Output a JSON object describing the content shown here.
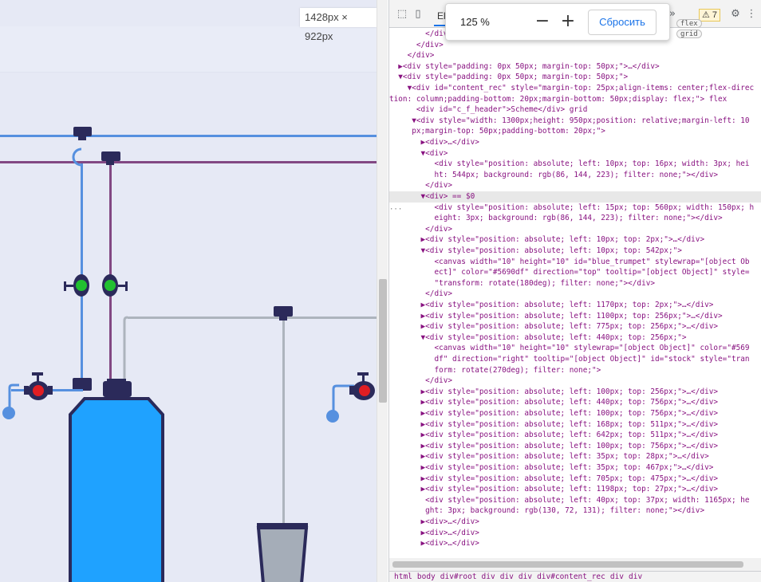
{
  "viewport": {
    "size_badge": "1428px × 922px",
    "colors": {
      "blue_pipe": "#5690df",
      "purple_pipe": "#82488 3",
      "gray_pipe": "#adb4bd",
      "tank_blue": "#1fa2ff",
      "navy": "#2b2a5a",
      "green": "#22c030",
      "red": "#e11e23"
    }
  },
  "devtools": {
    "elements_tab": "El",
    "more_tabs": "»",
    "warnings": "⚠ 7",
    "settings_icon": "gear-icon",
    "menu_icon": "kebab-icon",
    "flex_badge": "flex",
    "grid_badge": "grid"
  },
  "zoom": {
    "value": "125 %",
    "minus": "−",
    "plus": "+",
    "reset": "Сбросить"
  },
  "dom_lines": [
    "        </div>",
    "      </div>",
    "    </div>",
    "  ▶<div style=\"padding: 0px 50px; margin-top: 50px;\">…</div>",
    "  ▼<div style=\"padding: 0px 50px; margin-top: 50px;\">",
    "    ▼<div id=\"content_rec\" style=\"margin-top: 25px;align-items: center;flex-direc",
    "tion: column;padding-bottom: 20px;margin-bottom: 50px;display: flex;\"> flex",
    "      <div id=\"c_f_header\">Scheme</div> grid",
    "     ▼<div style=\"width: 1300px;height: 950px;position: relative;margin-left: 10",
    "     px;margin-top: 50px;padding-bottom: 20px;\">",
    "       ▶<div>…</div>",
    "       ▼<div>",
    "          <div style=\"position: absolute; left: 10px; top: 16px; width: 3px; hei",
    "          ht: 544px; background: rgb(86, 144, 223); filter: none;\"></div>",
    "        </div>",
    "       ▼<div> == $0",
    "          <div style=\"position: absolute; left: 15px; top: 560px; width: 150px; h",
    "          eight: 3px; background: rgb(86, 144, 223); filter: none;\"></div>",
    "        </div>",
    "       ▶<div style=\"position: absolute; left: 10px; top: 2px;\">…</div>",
    "       ▼<div style=\"position: absolute; left: 10px; top: 542px;\">",
    "          <canvas width=\"10\" height=\"10\" id=\"blue_trumpet\" stylewrap=\"[object Ob",
    "          ect]\" color=\"#5690df\" direction=\"top\" tooltip=\"[object Object]\" style=",
    "          \"transform: rotate(180deg); filter: none;\"></div>",
    "        </div>",
    "       ▶<div style=\"position: absolute; left: 1170px; top: 2px;\">…</div>",
    "       ▶<div style=\"position: absolute; left: 1100px; top: 256px;\">…</div>",
    "       ▶<div style=\"position: absolute; left: 775px; top: 256px;\">…</div>",
    "       ▼<div style=\"position: absolute; left: 440px; top: 256px;\">",
    "          <canvas width=\"10\" height=\"10\" stylewrap=\"[object Object]\" color=\"#569",
    "          df\" direction=\"right\" tooltip=\"[object Object]\" id=\"stock\" style=\"tran",
    "          form: rotate(270deg); filter: none;\">",
    "        </div>",
    "       ▶<div style=\"position: absolute; left: 100px; top: 256px;\">…</div>",
    "       ▶<div style=\"position: absolute; left: 440px; top: 756px;\">…</div>",
    "       ▶<div style=\"position: absolute; left: 100px; top: 756px;\">…</div>",
    "       ▶<div style=\"position: absolute; left: 168px; top: 511px;\">…</div>",
    "       ▶<div style=\"position: absolute; left: 642px; top: 511px;\">…</div>",
    "       ▶<div style=\"position: absolute; left: 100px; top: 756px;\">…</div>",
    "       ▶<div style=\"position: absolute; left: 35px; top: 28px;\">…</div>",
    "       ▶<div style=\"position: absolute; left: 35px; top: 467px;\">…</div>",
    "       ▶<div style=\"position: absolute; left: 705px; top: 475px;\">…</div>",
    "       ▶<div style=\"position: absolute; left: 1198px; top: 27px;\">…</div>",
    "        <div style=\"position: absolute; left: 40px; top: 37px; width: 1165px; he",
    "        ght: 3px; background: rgb(130, 72, 131); filter: none;\"></div>",
    "       ▶<div>…</div>",
    "       ▶<div>…</div>",
    "       ▶<div>…</div>"
  ],
  "selected_line": 15,
  "breadcrumbs": [
    "html",
    "body",
    "div#root",
    "div",
    "div",
    "div",
    "div#content_rec",
    "div",
    "div"
  ]
}
